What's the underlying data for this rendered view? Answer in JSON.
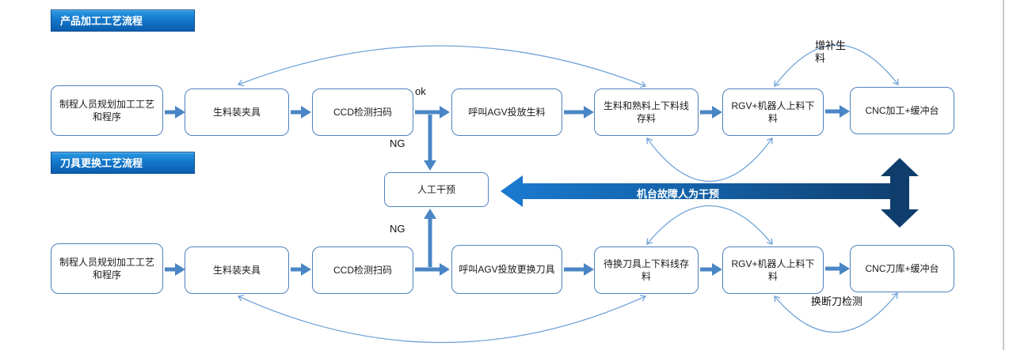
{
  "banners": {
    "product": "产品加工工艺流程",
    "tool": "刀具更换工艺流程"
  },
  "flow_product": {
    "nodes": [
      {
        "label": "制程人员规划加工工艺和程序"
      },
      {
        "label": "生料装夹具"
      },
      {
        "label": "CCD检测扫码"
      },
      {
        "label": "呼叫AGV投放生料"
      },
      {
        "label": "生料和熟料上下料线存料"
      },
      {
        "label": "RGV+机器人上料下料"
      },
      {
        "label": "CNC加工+缓冲台"
      }
    ],
    "labels": {
      "ok": "ok",
      "ng": "NG",
      "replenish": "增补生料"
    }
  },
  "flow_tool": {
    "nodes": [
      {
        "label": "制程人员规划加工工艺和程序"
      },
      {
        "label": "生料装夹具"
      },
      {
        "label": "CCD检测扫码"
      },
      {
        "label": "呼叫AGV投放更换刀具"
      },
      {
        "label": "待换刀具上下料线存料"
      },
      {
        "label": "RGV+机器人上料下料"
      },
      {
        "label": "CNC刀库+缓冲台"
      }
    ],
    "labels": {
      "ng": "NG",
      "tool_check": "换断刀检测"
    }
  },
  "middle": {
    "manual_label": "人工干预",
    "fault_label": "机台故障人为干预"
  },
  "connections": {
    "product_edges": [
      "制程人员规划加工工艺和程序 → 生料装夹具",
      "生料装夹具 → CCD检测扫码",
      "CCD检测扫码 —ok→ 呼叫AGV投放生料",
      "CCD检测扫码 —NG→ 人工干预",
      "呼叫AGV投放生料 → 生料和熟料上下料线存料",
      "生料和熟料上下料线存料 → RGV+机器人上料下料",
      "RGV+机器人上料下料 → CNC加工+缓冲台",
      "生料装夹具 ⇄ 生料和熟料上下料线存料",
      "生料和熟料上下料线存料 ⇄ RGV+机器人上料下料",
      "RGV+机器人上料下料 ⇄ CNC加工+缓冲台 (增补生料)"
    ],
    "tool_edges": [
      "制程人员规划加工工艺和程序 → 生料装夹具",
      "生料装夹具 → CCD检测扫码",
      "CCD检测扫码 → 呼叫AGV投放更换刀具",
      "CCD检测扫码 —NG→ 人工干预",
      "呼叫AGV投放更换刀具 → 待换刀具上下料线存料",
      "待换刀具上下料线存料 → RGV+机器人上料下料",
      "RGV+机器人上料下料 → CNC刀库+缓冲台",
      "生料装夹具 ⇄ 待换刀具上下料线存料",
      "待换刀具上下料线存料 ⇄ RGV+机器人上料下料",
      "RGV+机器人上料下料 ⇄ CNC刀库+缓冲台 (换断刀检测)"
    ],
    "middle_edge": "机台故障人为干预 ⇄ 人工干预"
  },
  "colors": {
    "node_border": "#4f81bd",
    "connector": "#4a86c5",
    "arc": "#6fa3d8",
    "banner_top": "#2b9ae4",
    "banner_bottom": "#0b5dae",
    "fault_arrow_start": "#1a7ad0",
    "fault_arrow_end": "#0f3e6d"
  }
}
